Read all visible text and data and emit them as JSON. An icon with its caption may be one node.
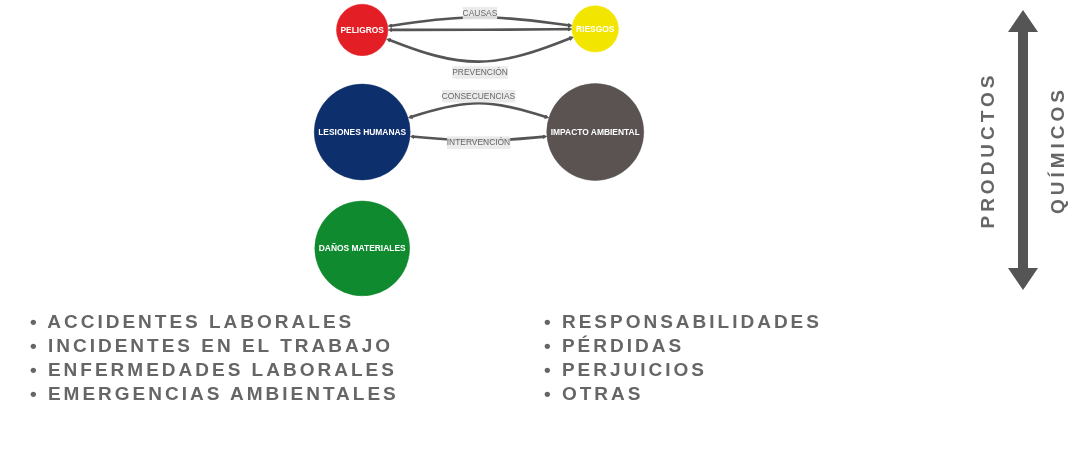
{
  "diagram": {
    "nodes": [
      {
        "text": [
          "PELIGROS"
        ]
      },
      {
        "text": [
          "RIESGOS"
        ]
      },
      {
        "text": [
          "LESIONES HUMANAS"
        ]
      },
      {
        "text": [
          "DAÑOS MATERIALES"
        ]
      },
      {
        "text": [
          "IMPACTO AMBIENTAL"
        ]
      }
    ],
    "edges": [
      {
        "from": 0,
        "to": 1,
        "arrow": "both",
        "label": "CAUSAS"
      },
      {
        "from": 0,
        "to": 1,
        "arrow": "both"
      },
      {
        "from": 0,
        "to": 1,
        "arrow": "both",
        "label": "PREVENCIÓN"
      },
      {
        "from": 2,
        "to": 4,
        "arrow": "both",
        "label": "CONSECUENCIAS"
      },
      {
        "from": 2,
        "to": 4,
        "arrow": "both",
        "label": "INTERVENCIÓN"
      }
    ],
    "labels": [
      "PRODUCTOS",
      "QUÍMICOS",
      "• ACCIDENTES LABORALES",
      "• INCIDENTES EN EL TRABAJO",
      "• ENFERMEDADES LABORALES",
      "• EMERGENCIAS AMBIENTALES",
      "• RESPONSABILIDADES",
      "• PÉRDIDAS",
      "• PERJUICIOS",
      "• OTRAS"
    ]
  }
}
